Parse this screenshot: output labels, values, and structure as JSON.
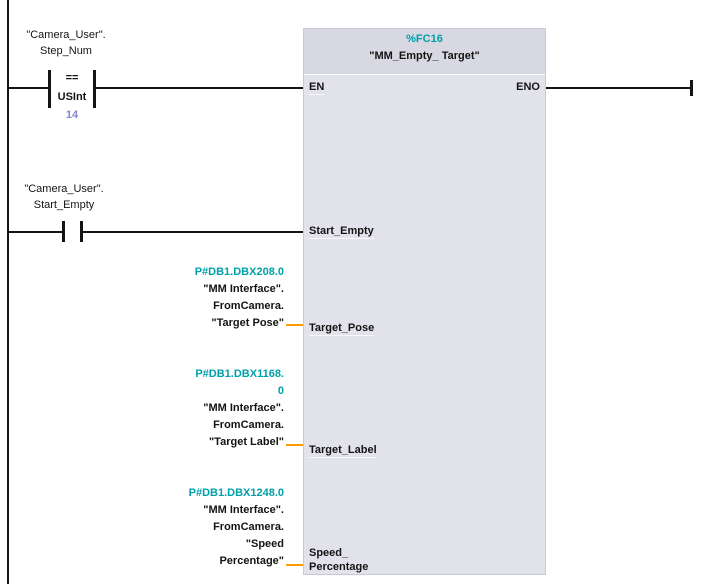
{
  "colors": {
    "teal_address": "#00a0a8",
    "orange_connector": "#ff9d00",
    "constant_blue": "#8486cf",
    "block_header_bg": "#d8d8e2",
    "block_body_bg": "#e2e2ea",
    "wire": "#141414"
  },
  "rung1": {
    "operand": {
      "line1": "\"Camera_User\".",
      "line2": "Step_Num"
    },
    "comparator": {
      "operator": "==",
      "data_type": "USInt",
      "value": "14"
    }
  },
  "rung2": {
    "operand": {
      "line1": "\"Camera_User\".",
      "line2": "Start_Empty"
    }
  },
  "block": {
    "address": "%FC16",
    "title": "\"MM_Empty_ Target\"",
    "en": "EN",
    "eno": "ENO",
    "inputs": {
      "start_empty": "Start_Empty",
      "target_pose": "Target_Pose",
      "target_label": "Target_Label",
      "speed_line1": "Speed_",
      "speed_line2": "Percentage"
    }
  },
  "operands": {
    "target_pose": {
      "addr1": "P#DB1.DBX208.0",
      "l1": "\"MM Interface\".",
      "l2": "FromCamera.",
      "l3": "\"Target Pose\""
    },
    "target_label": {
      "addr1": "P#DB1.DBX1168.",
      "addr2": "0",
      "l1": "\"MM Interface\".",
      "l2": "FromCamera.",
      "l3": "\"Target Label\""
    },
    "speed_percentage": {
      "addr1": "P#DB1.DBX1248.0",
      "l1": "\"MM Interface\".",
      "l2": "FromCamera.",
      "l3": "\"Speed",
      "l4": "Percentage\""
    }
  }
}
